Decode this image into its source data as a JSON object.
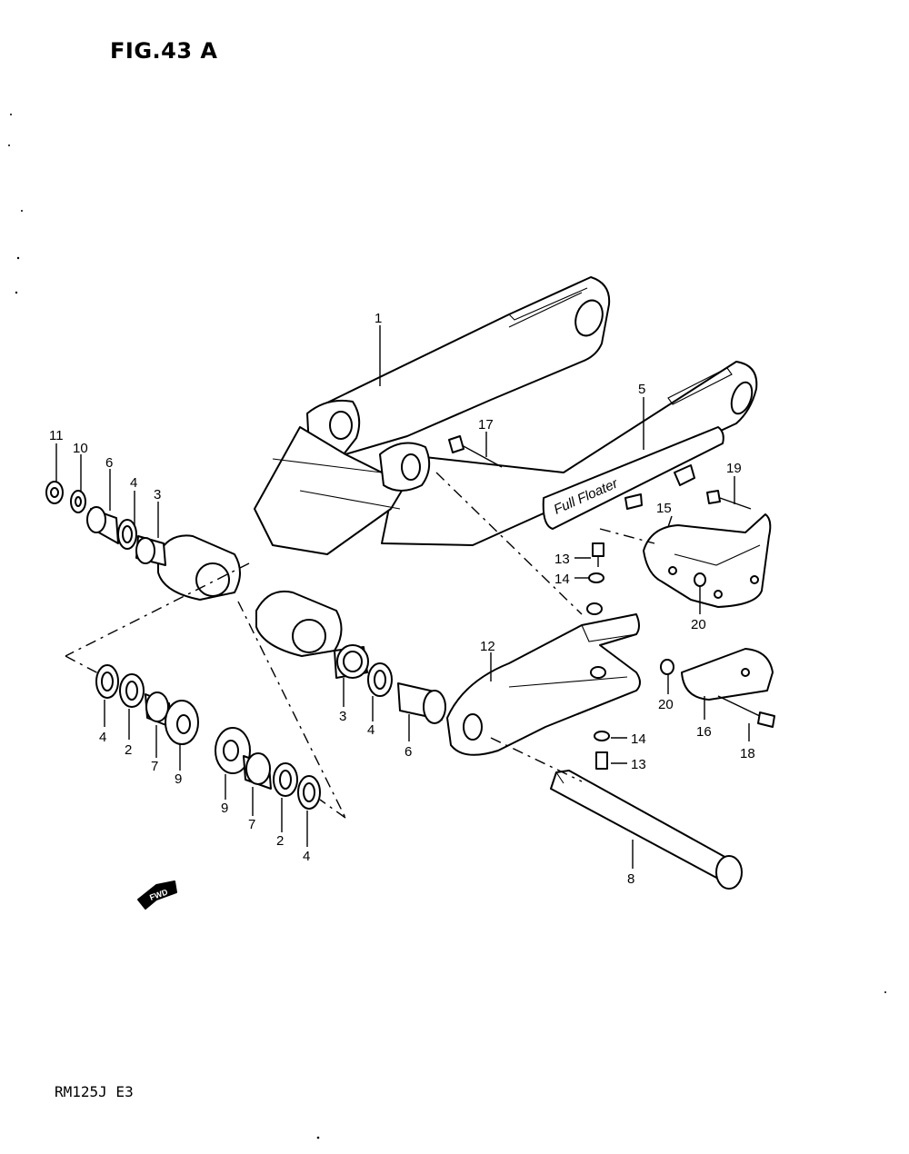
{
  "header": {
    "figure_title": "FIG.43 A"
  },
  "footer": {
    "model_code": "RM125J E3"
  },
  "decal": {
    "text": "Full Floater"
  },
  "fwd_arrow": {
    "label": "FWD"
  },
  "callouts": {
    "c1": "1",
    "c2a": "2",
    "c2b": "2",
    "c3a": "3",
    "c3b": "3",
    "c4a": "4",
    "c4b": "4",
    "c4c": "4",
    "c4d": "4",
    "c5": "5",
    "c6a": "6",
    "c6b": "6",
    "c7a": "7",
    "c7b": "7",
    "c8": "8",
    "c9a": "9",
    "c9b": "9",
    "c10": "10",
    "c11": "11",
    "c12": "12",
    "c13a": "13",
    "c13b": "13",
    "c14a": "14",
    "c14b": "14",
    "c15": "15",
    "c16": "16",
    "c17": "17",
    "c18": "18",
    "c19": "19",
    "c20a": "20",
    "c20b": "20"
  }
}
